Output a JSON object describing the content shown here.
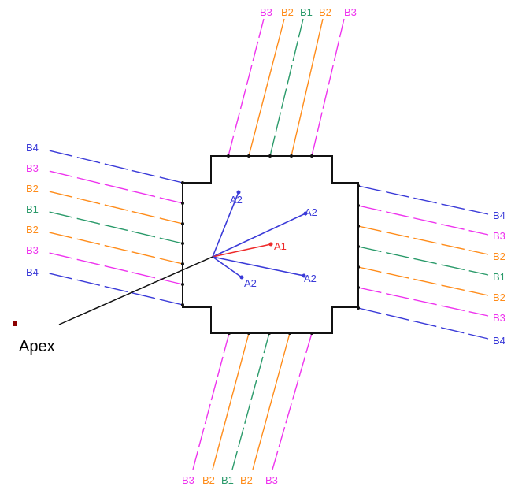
{
  "colors": {
    "magenta": "#ee33ee",
    "orange": "#ff8c1a",
    "green": "#2a9a6a",
    "blue": "#3a3ad8",
    "red": "#ee2a2a",
    "black": "#111111",
    "apex_marker": "#8b0000"
  },
  "labels": {
    "top": [
      "B3",
      "B2",
      "B1",
      "B2",
      "B3"
    ],
    "left": [
      "B4",
      "B3",
      "B2",
      "B1",
      "B2",
      "B3",
      "B4"
    ],
    "right": [
      "B4",
      "B3",
      "B2",
      "B1",
      "B2",
      "B3",
      "B4"
    ],
    "bottom": [
      "B3",
      "B2",
      "B1",
      "B2",
      "B3"
    ]
  },
  "vectors": [
    {
      "label": "A2",
      "color": "blue"
    },
    {
      "label": "A2",
      "color": "blue"
    },
    {
      "label": "A1",
      "color": "red"
    },
    {
      "label": "A2",
      "color": "blue"
    },
    {
      "label": "A2",
      "color": "blue"
    }
  ],
  "apex": {
    "label": "Apex"
  }
}
